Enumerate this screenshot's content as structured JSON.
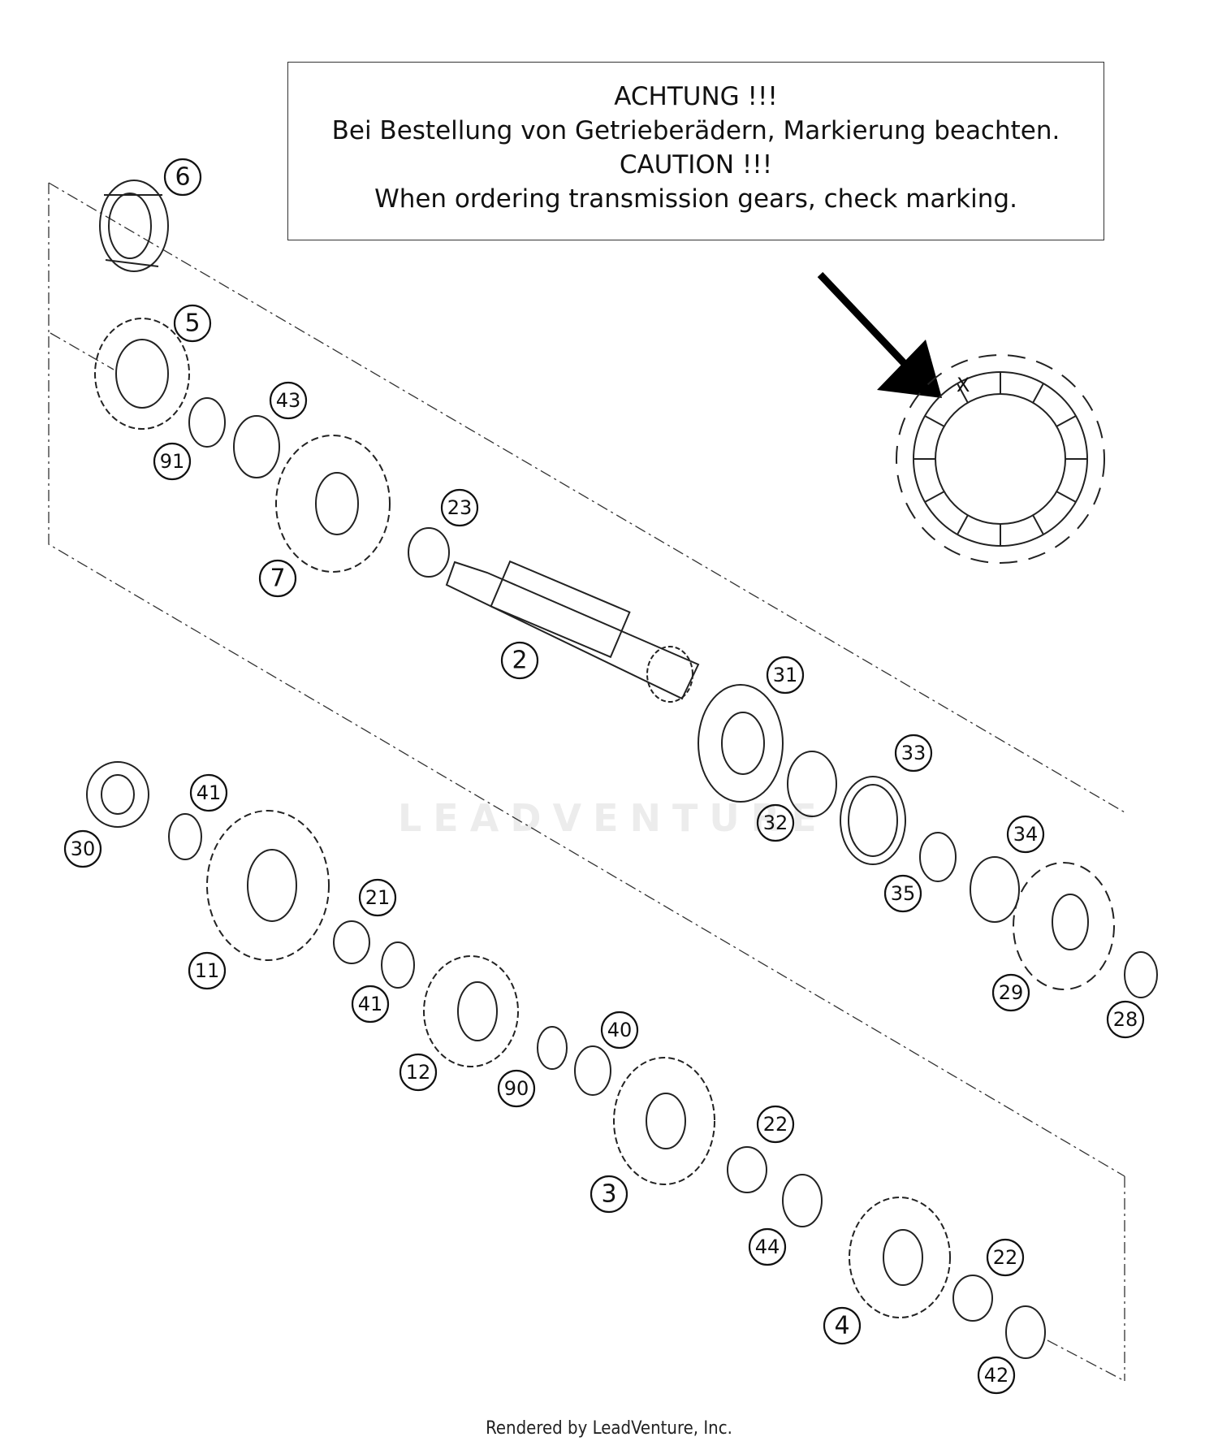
{
  "notice": {
    "line1": "ACHTUNG !!!",
    "line2": "Bei Bestellung von Getrieberädern, Markierung beachten.",
    "line3": "CAUTION !!!",
    "line4": "When ordering transmission gears, check marking."
  },
  "marking": "X",
  "watermark": "LEADVENTURE",
  "footer": "Rendered by LeadVenture, Inc.",
  "callouts": {
    "c6": "6",
    "c5": "5",
    "c91": "91",
    "c43": "43",
    "c7": "7",
    "c23": "23",
    "c2": "2",
    "c31": "31",
    "c32": "32",
    "c33": "33",
    "c35": "35",
    "c34": "34",
    "c29": "29",
    "c28": "28",
    "c30": "30",
    "c41a": "41",
    "c11": "11",
    "c21": "21",
    "c41b": "41",
    "c12": "12",
    "c90": "90",
    "c40": "40",
    "c3": "3",
    "c22a": "22",
    "c44": "44",
    "c4": "4",
    "c22b": "22",
    "c42": "42"
  }
}
